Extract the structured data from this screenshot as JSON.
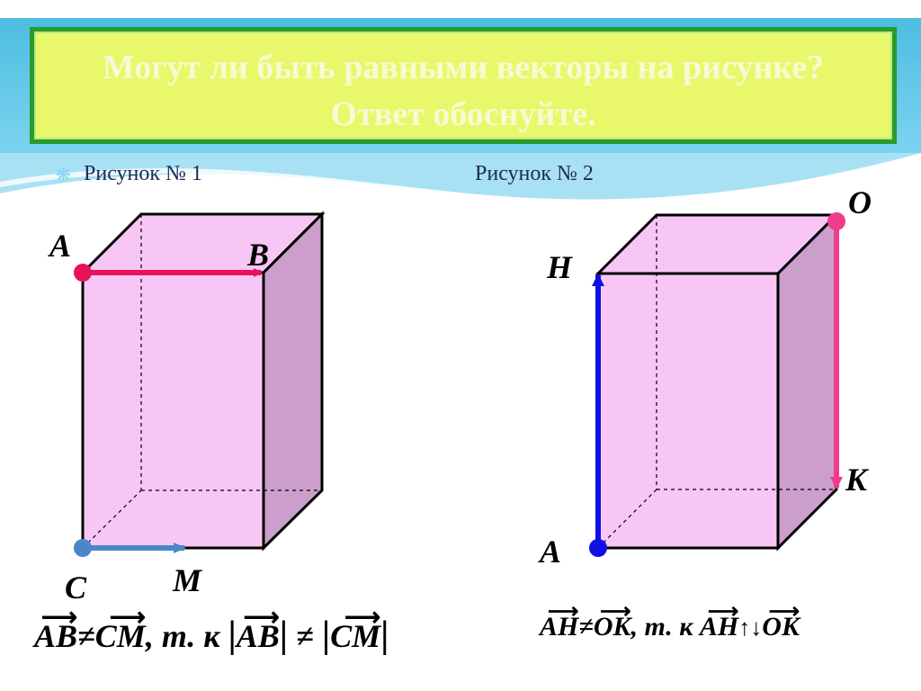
{
  "header": {
    "title": "Могут ли быть равными векторы на рисунке? Ответ обоснуйте."
  },
  "captions": {
    "figure1": "Рисунок № 1",
    "figure2": "Рисунок № 2"
  },
  "figure1": {
    "labels": {
      "A": "A",
      "B": "B",
      "C": "C",
      "M": "M"
    },
    "formula": {
      "left": "AB",
      "neq": "≠",
      "right": "CM",
      "because": ", т. к",
      "abs_left": "AB",
      "abs_right": "CM"
    }
  },
  "figure2": {
    "labels": {
      "O": "O",
      "H": "H",
      "K": "K",
      "A": "A"
    },
    "formula": {
      "left": "AH",
      "neq": "≠",
      "right": "OK",
      "because": ", т. к",
      "rel_left": "AH",
      "rel": "↑↓",
      "rel_right": "OK"
    }
  },
  "colors": {
    "box_front": "#f8c6f5",
    "box_side": "#cc9ecb",
    "vec_AB": "#e8125a",
    "vec_CM": "#4a86c8",
    "vec_AH": "#1010e6",
    "vec_OK": "#f03c8c",
    "title_bg": "#e8f86a",
    "title_border": "#2a9a2a"
  }
}
